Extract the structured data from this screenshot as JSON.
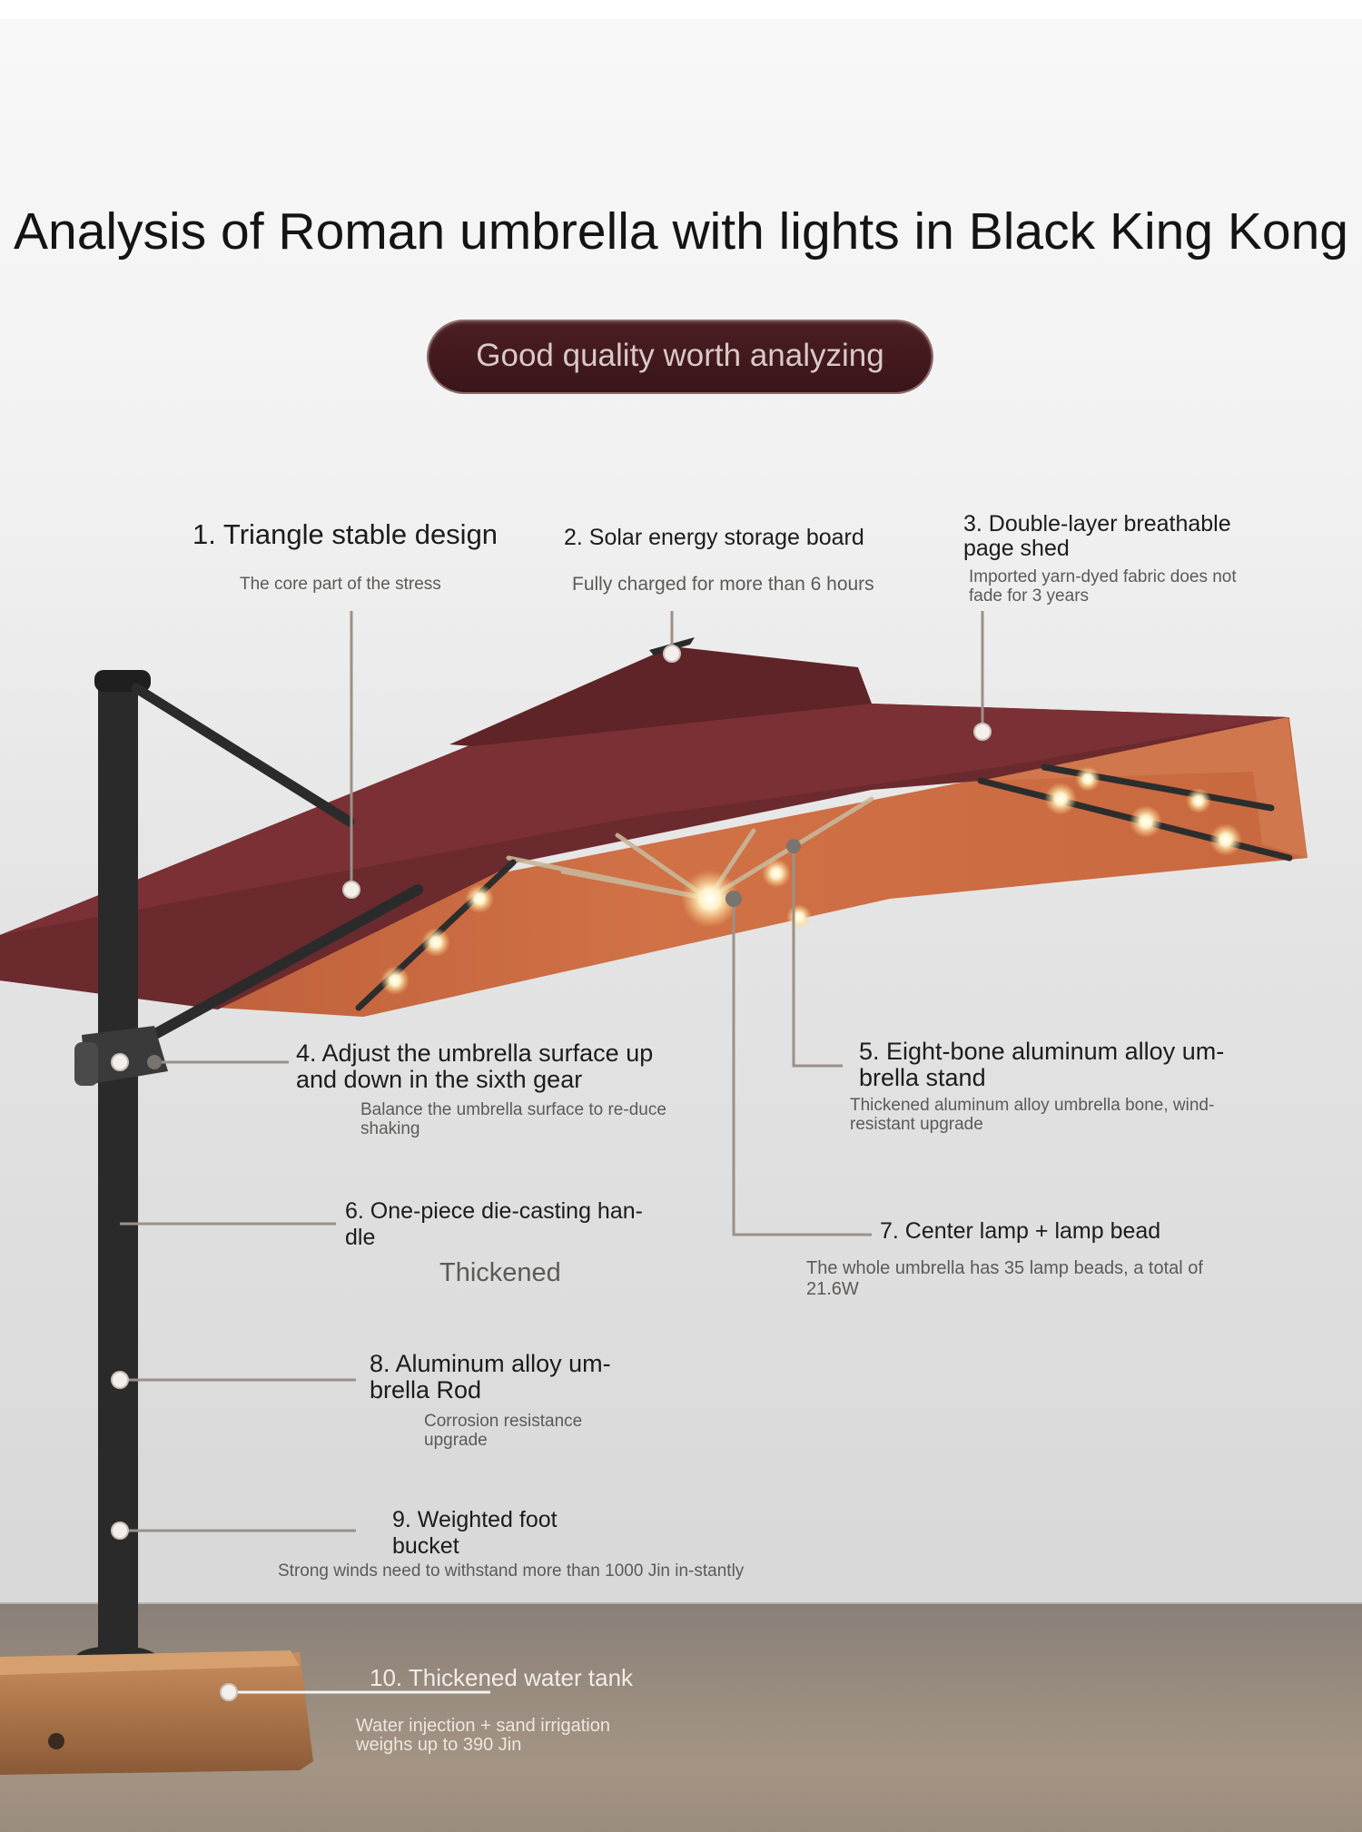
{
  "title": "Analysis of Roman umbrella with lights in Black King Kong",
  "badge": "Good quality worth analyzing",
  "features": [
    {
      "label": "1. Triangle stable design",
      "desc": "The core part of the stress"
    },
    {
      "label": "2. Solar energy storage board",
      "desc": "Fully charged for more than 6 hours"
    },
    {
      "label": "3. Double-layer breathable page shed",
      "desc": "Imported yarn-dyed fabric does not fade for 3 years"
    },
    {
      "label": "4. Adjust the umbrella surface up and down in the sixth gear",
      "desc": "Balance the umbrella surface to re-duce shaking"
    },
    {
      "label": "5. Eight-bone aluminum alloy um-brella stand",
      "desc": "Thickened aluminum alloy umbrella bone, wind-resistant upgrade"
    },
    {
      "label": "6. One-piece die-casting han-dle",
      "desc": "Thickened"
    },
    {
      "label": "7. Center lamp + lamp bead",
      "desc": "The whole umbrella has 35 lamp beads, a total of 21.6W"
    },
    {
      "label": "8. Aluminum alloy um-brella Rod",
      "desc": "Corrosion resistance upgrade"
    },
    {
      "label": "9. Weighted foot bucket",
      "desc": "Strong winds need to withstand more than 1000 Jin in-stantly"
    },
    {
      "label": "10. Thickened water tank",
      "desc": "Water injection + sand irrigation weighs up to 390 Jin"
    }
  ],
  "colors": {
    "canopy_top": "#6b2a2e",
    "canopy_under": "#c8683f",
    "frame": "#2a2a2a",
    "badge": "#3f171b",
    "lamp": "#fff4d6"
  }
}
